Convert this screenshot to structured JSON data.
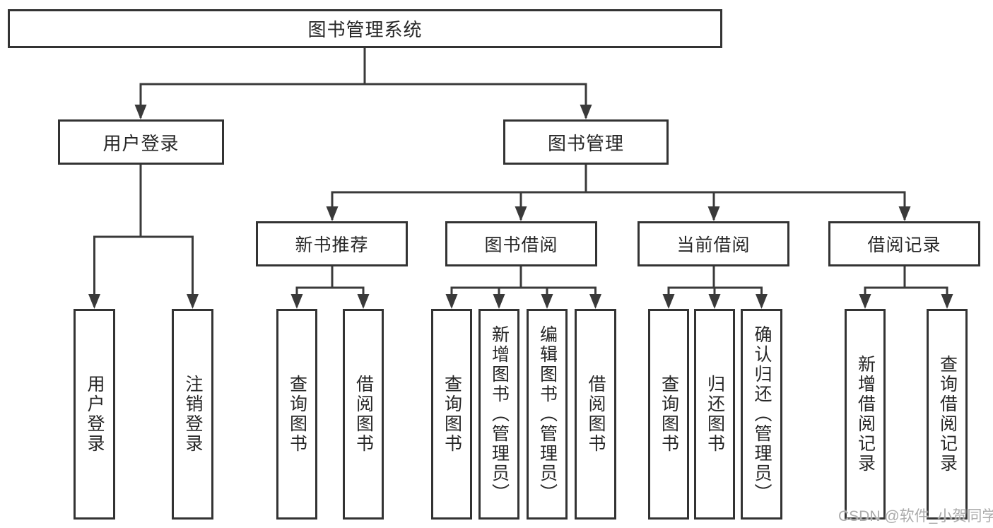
{
  "diagram": {
    "title": "图书管理系统",
    "branches": [
      {
        "label": "用户登录",
        "children": [
          "用户登录",
          "注销登录"
        ]
      },
      {
        "label": "图书管理",
        "groups": [
          {
            "label": "新书推荐",
            "children": [
              "查询图书",
              "借阅图书"
            ]
          },
          {
            "label": "图书借阅",
            "children": [
              "查询图书",
              "新增图书（管理员）",
              "编辑图书（管理员）",
              "借阅图书"
            ]
          },
          {
            "label": "当前借阅",
            "children": [
              "查询图书",
              "归还图书",
              "确认归还（管理员）"
            ]
          },
          {
            "label": "借阅记录",
            "children": [
              "新增借阅记录",
              "查询借阅记录"
            ]
          }
        ]
      }
    ]
  },
  "watermark": {
    "text": "CSDN @软件_小贺同学",
    "color": "#ababab"
  },
  "colors": {
    "line": "#3a3a3a",
    "border": "#333333",
    "text": "#262626",
    "background": "#ffffff"
  }
}
